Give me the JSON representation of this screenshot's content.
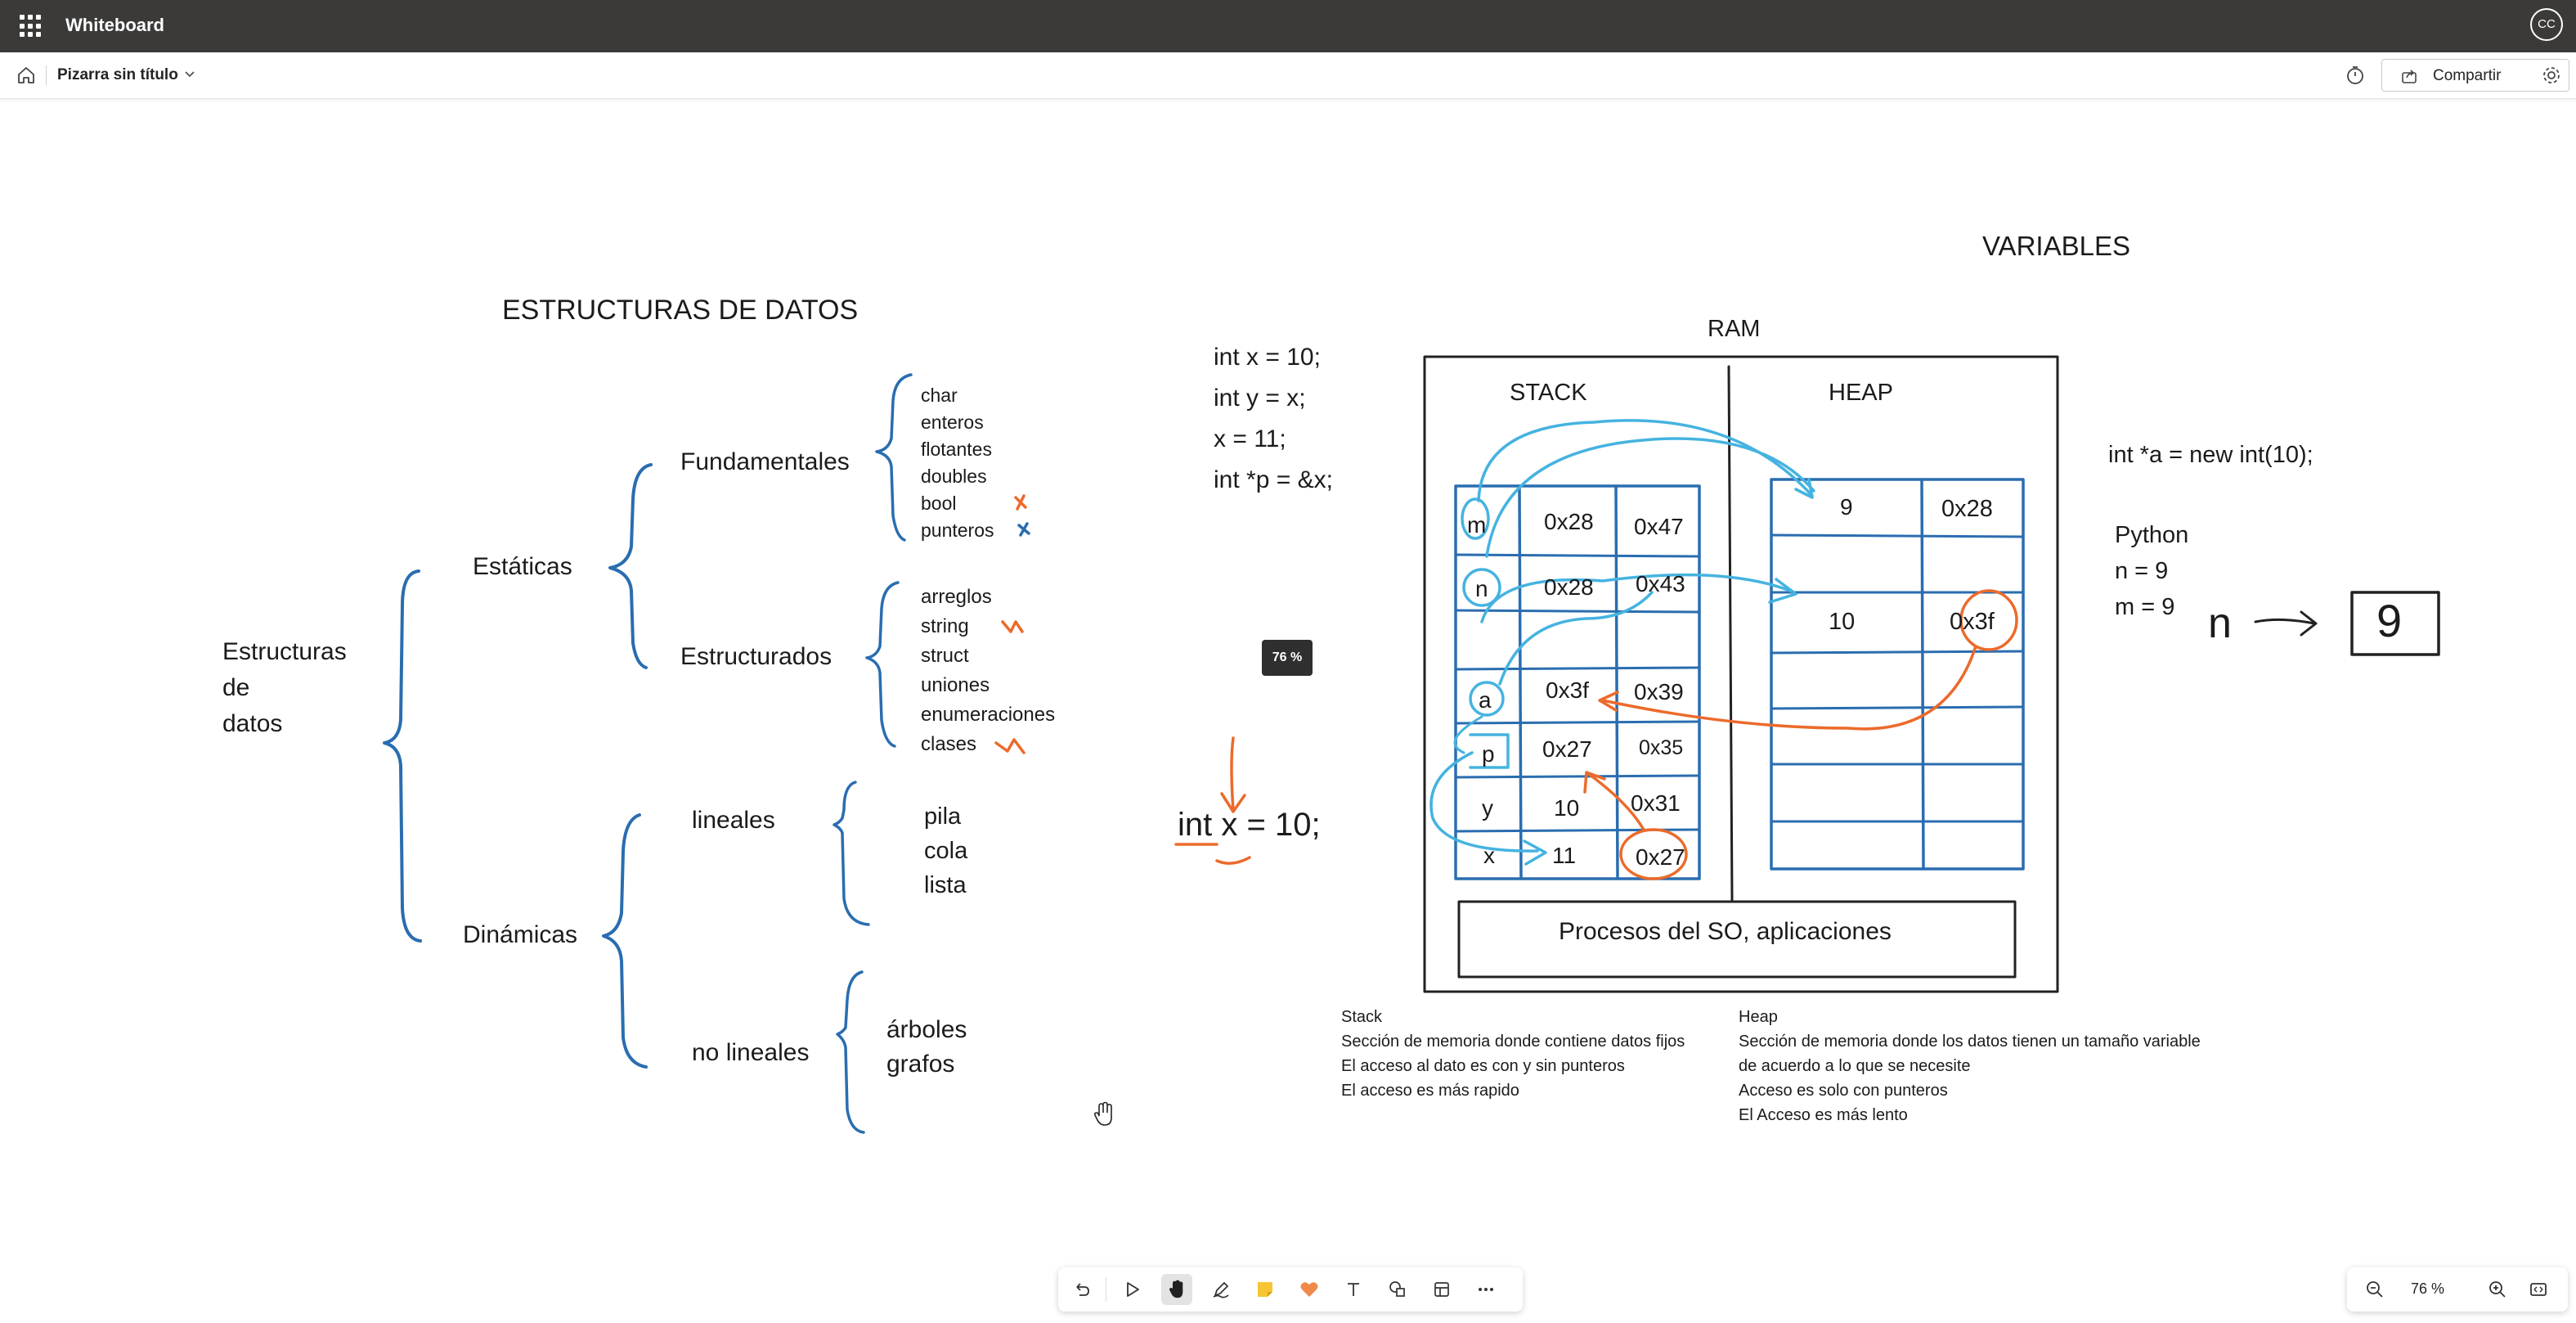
{
  "app": {
    "title": "Whiteboard",
    "avatar_initials": "CC"
  },
  "commandbar": {
    "doc_title": "Pizarra sin título",
    "share_label": "Compartir"
  },
  "board": {
    "left": {
      "title": "ESTRUCTURAS DE DATOS",
      "root": [
        "Estructuras",
        "de",
        "datos"
      ],
      "estaticas": "Estáticas",
      "fundamentales": "Fundamentales",
      "fundamentales_items": [
        "char",
        "enteros",
        "flotantes",
        "doubles",
        "bool",
        "punteros"
      ],
      "estructurados": "Estructurados",
      "estructurados_items": [
        "arreglos",
        "string",
        "struct",
        "uniones",
        "enumeraciones",
        "clases"
      ],
      "dinamicas": "Dinámicas",
      "lineales": "lineales",
      "lineales_items": [
        "pila",
        "cola",
        "lista"
      ],
      "no_lineales": "no lineales",
      "no_lineales_items": [
        "árboles",
        "grafos"
      ]
    },
    "code_top": [
      "int x = 10;",
      "int y = x;",
      "x = 11;",
      "int *p = &x;"
    ],
    "code_bottom": "int x = 10;",
    "zoom_tooltip": "76 %",
    "right": {
      "title": "VARIABLES",
      "ram_label": "RAM",
      "stack_label": "STACK",
      "heap_label": "HEAP",
      "stack_rows": [
        {
          "name": "m",
          "value": "0x28",
          "address": "0x47"
        },
        {
          "name": "n",
          "value": "0x28",
          "address": "0x43"
        },
        {
          "name": "",
          "value": "",
          "address": ""
        },
        {
          "name": "a",
          "value": "0x3f",
          "address": "0x39"
        },
        {
          "name": "p",
          "value": "0x27",
          "address": "0x35"
        },
        {
          "name": "y",
          "value": "10",
          "address": "0x31"
        },
        {
          "name": "x",
          "value": "11",
          "address": "0x27"
        }
      ],
      "heap_rows": [
        {
          "value": "9",
          "address": "0x28"
        },
        {
          "value": "",
          "address": ""
        },
        {
          "value": "10",
          "address": "0x3f"
        },
        {
          "value": "",
          "address": ""
        },
        {
          "value": "",
          "address": ""
        },
        {
          "value": "",
          "address": ""
        },
        {
          "value": "",
          "address": ""
        }
      ],
      "processes_label": "Procesos del SO, aplicaciones",
      "cpp_heap_code": "int *a = new int(10);",
      "python_label": "Python",
      "python_lines": [
        "n = 9",
        "m = 9"
      ],
      "python_sketch": {
        "name": "n",
        "value": "9"
      },
      "stack_notes": [
        "Stack",
        "Sección de memoria donde contiene datos fijos",
        "El acceso al dato es con y sin punteros",
        "El acceso es más rapido"
      ],
      "heap_notes": [
        "Heap",
        "Sección de memoria donde los datos tienen un tamaño variable",
        "de acuerdo a lo que se necesite",
        "Acceso es solo con punteros",
        "El Acceso es más lento"
      ]
    }
  },
  "zoom": {
    "value": "76 %"
  },
  "colors": {
    "ink_blue": "#2a6db0",
    "ink_cyan": "#45b3e0",
    "ink_orange": "#ec6a2b",
    "titlebar": "#3b3a39"
  },
  "icons": {
    "toolbar": [
      "undo-icon",
      "select-icon",
      "hand-icon",
      "pen-icon",
      "sticky-note-icon",
      "reaction-icon",
      "text-icon",
      "shapes-icon",
      "template-icon",
      "more-icon"
    ],
    "zoombar": [
      "zoom-out-icon",
      "zoom-in-icon",
      "fit-screen-icon"
    ]
  }
}
